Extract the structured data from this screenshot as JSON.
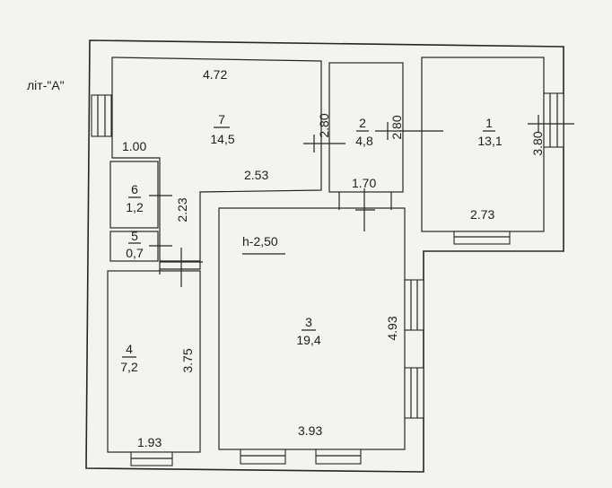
{
  "plan": {
    "building_label": "літ-\"А\"",
    "height_note": "h-2,50",
    "rooms": [
      {
        "number": "1",
        "area": "13,1",
        "dim_a": "3.80",
        "dim_b": "2.73"
      },
      {
        "number": "2",
        "area": "4,8",
        "dim_a": "2.80",
        "dim_b": "1.70"
      },
      {
        "number": "3",
        "area": "19,4",
        "dim_a": "4.93",
        "dim_b": "3.93"
      },
      {
        "number": "4",
        "area": "7,2",
        "dim_a": "3.75",
        "dim_b": "1.93"
      },
      {
        "number": "5",
        "area": "0,7"
      },
      {
        "number": "6",
        "area": "1,2",
        "dim_a": "2.23"
      },
      {
        "number": "7",
        "area": "14,5",
        "dim_a": "4.72",
        "dim_b": "2.80",
        "dim_c": "2.53",
        "dim_d": "1.00"
      }
    ]
  }
}
